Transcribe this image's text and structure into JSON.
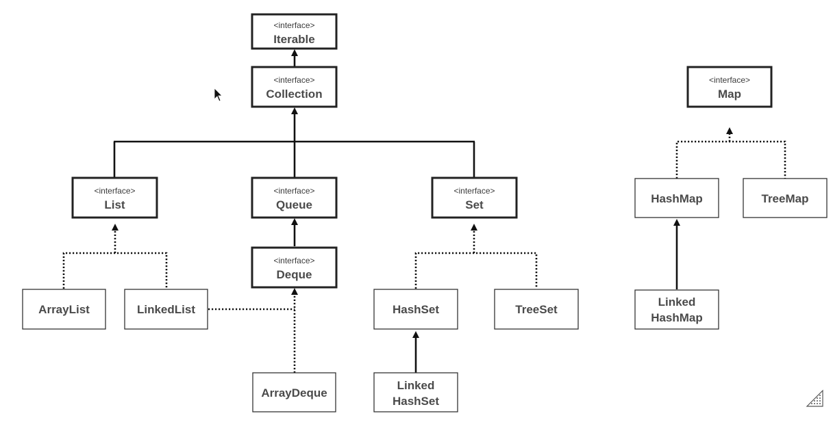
{
  "stereotype": "<interface>",
  "interfaces": {
    "iterable": "Iterable",
    "collection": "Collection",
    "list": "List",
    "queue": "Queue",
    "set": "Set",
    "deque": "Deque",
    "map": "Map"
  },
  "classes": {
    "arraylist": "ArrayList",
    "linkedlist": "LinkedList",
    "arraydeque": "ArrayDeque",
    "hashset": "HashSet",
    "treeset": "TreeSet",
    "linkedhashset": [
      "Linked",
      "HashSet"
    ],
    "hashmap": "HashMap",
    "treemap": "TreeMap",
    "linkedhashmap": [
      "Linked",
      "HashMap"
    ]
  },
  "colors": {
    "line": "#111111",
    "border": "#333333",
    "text": "#4a4a4a"
  },
  "icons": {
    "cursor": "mouse-pointer-icon",
    "resize": "resize-grip-icon"
  }
}
